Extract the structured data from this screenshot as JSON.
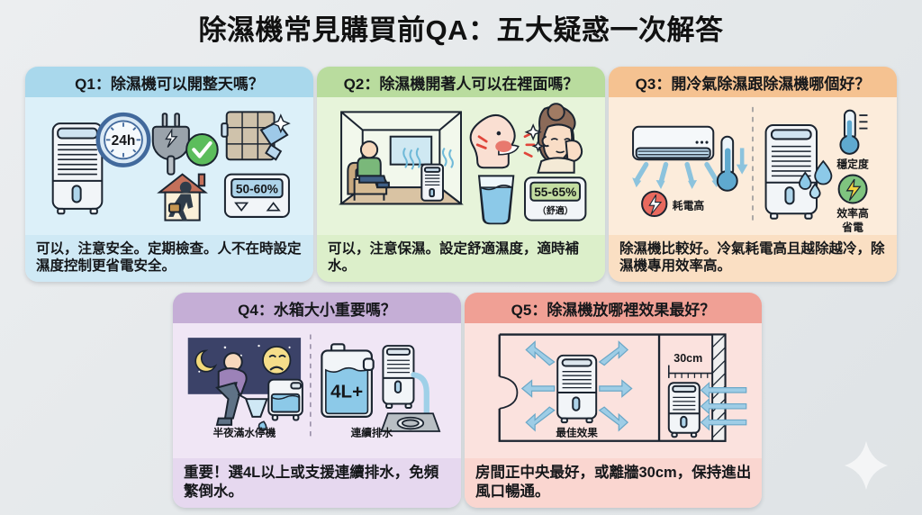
{
  "page": {
    "title": "除濕機常見購買前QA：五大疑惑一次解答",
    "background_color": "#e7eaec",
    "decoration": "sparkle-star"
  },
  "cards": [
    {
      "id": "q1",
      "header": "Q1：除濕機可以開整天嗎？",
      "footer": "可以，注意安全。定期檢查。人不在時設定濕度控制更省電安全。",
      "header_color": "#a9d8ec",
      "body_color": "#dcf0f9",
      "footer_color": "#cfe9f5",
      "art_labels": {
        "clock": "24h",
        "humidity": "50-60%"
      },
      "icons": [
        "dehumidifier",
        "clock-24h",
        "power-plug",
        "green-check",
        "filter-clean",
        "house-person-leaving",
        "humidity-panel"
      ]
    },
    {
      "id": "q2",
      "header": "Q2：除濕機開著人可以在裡面嗎？",
      "footer": "可以，注意保濕。設定舒適濕度，適時補水。",
      "header_color": "#b9dc9e",
      "body_color": "#e7f4da",
      "footer_color": "#dcefca",
      "art_labels": {
        "humidity": "55-65%",
        "humidity_note": "（舒適）"
      },
      "icons": [
        "room-person-seated",
        "dry-throat",
        "skin-care-woman",
        "glass-of-water",
        "humidity-panel"
      ]
    },
    {
      "id": "q3",
      "header": "Q3：開冷氣除濕跟除濕機哪個好？",
      "footer": "除濕機比較好。冷氣耗電高且越除越冷，除濕機專用效率高。",
      "header_color": "#f5c291",
      "body_color": "#fcecdb",
      "footer_color": "#fadfc3",
      "art_labels": {
        "left": "耗電高",
        "right_top": "穩定度",
        "right_bottom_line1": "效率高",
        "right_bottom_line2": "省電"
      },
      "icons": [
        "air-conditioner",
        "thermometer-down",
        "red-bolt-badge",
        "dehumidifier",
        "water-drops",
        "thermometer",
        "green-bolt-badge"
      ]
    },
    {
      "id": "q4",
      "header": "Q4：水箱大小重要嗎？",
      "footer": "重要！選4L以上或支援連續排水，免頻繁倒水。",
      "header_color": "#c5aed6",
      "body_color": "#f0e6f5",
      "footer_color": "#e6d8ef",
      "art_labels": {
        "left": "半夜滿水停機",
        "right": "連續排水",
        "tank": "4L+"
      },
      "icons": [
        "night-scene-emptying-tank",
        "sad-face",
        "moon",
        "water-tank-4l",
        "dehumidifier-with-hose",
        "floor-drain"
      ]
    },
    {
      "id": "q5",
      "header": "Q5：除濕機放哪裡效果最好？",
      "footer": "房間正中央最好，或離牆30cm，保持進出風口暢通。",
      "header_color": "#f0a095",
      "body_color": "#fbe2de",
      "footer_color": "#fad6d0",
      "art_labels": {
        "center": "最佳效果",
        "distance": "30cm"
      },
      "icons": [
        "room-plan",
        "dehumidifier-center",
        "airflow-arrows",
        "wall-hatched",
        "ruler-30cm",
        "dehumidifier-near-wall"
      ]
    }
  ]
}
